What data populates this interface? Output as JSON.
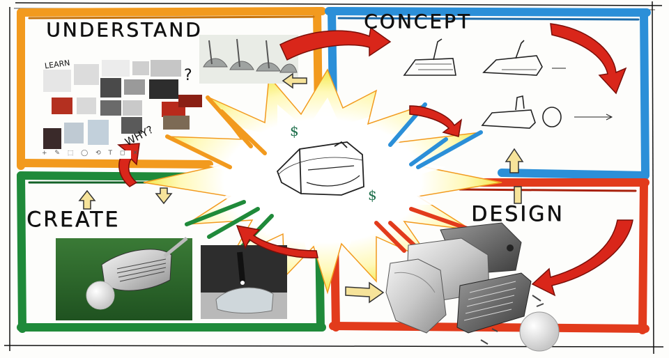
{
  "quadrants": {
    "understand": {
      "label": "UNDERSTAND",
      "color": "#f29a1e"
    },
    "concept": {
      "label": "CONCEPT",
      "color": "#2b8fd8"
    },
    "design": {
      "label": "DESIGN",
      "color": "#e23b1c"
    },
    "create": {
      "label": "CREATE",
      "color": "#1f8a3a"
    }
  },
  "annotations": {
    "learn": "LEARN",
    "why": "WHY?",
    "question": "?",
    "dollar_top": "$",
    "dollar_bottom": "$"
  },
  "toolbar_glyphs": "+ ✎ ⬚ ◯ ⟲ T ◻ ✕",
  "colors": {
    "arrow_red": "#d9261a",
    "arrow_yellow": "#f6e39a",
    "burst_yellow": "#f3e84a",
    "photo_grass": "#2f6a2e"
  },
  "icons": [
    "putter-sketch-icon",
    "golf-ball-icon",
    "exploded-putter-render-icon",
    "process-arrow-icon"
  ]
}
